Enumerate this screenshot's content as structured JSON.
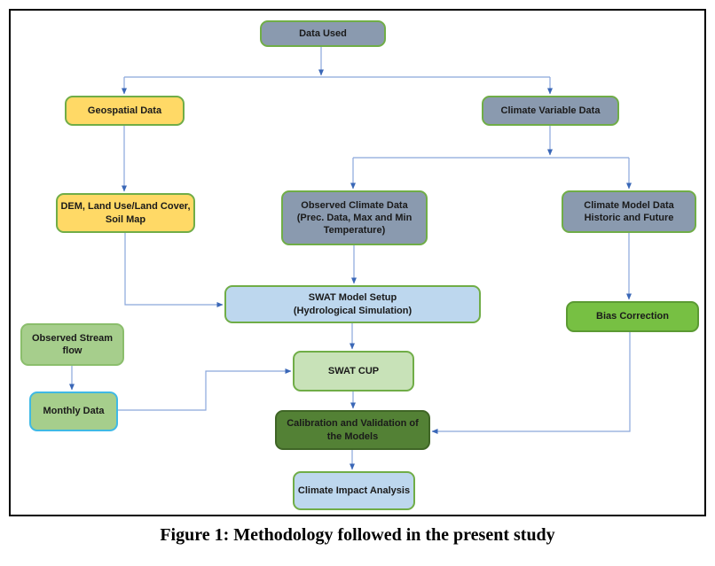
{
  "figure_caption": "Figure 1: Methodology followed in the present study",
  "nodes": {
    "data_used": {
      "label": "Data Used"
    },
    "geospatial": {
      "label": "Geospatial Data"
    },
    "climate_variable": {
      "label": "Climate Variable Data"
    },
    "dem": {
      "label": "DEM, Land Use/Land Cover,\nSoil Map"
    },
    "observed_climate": {
      "label": "Observed Climate Data\n(Prec. Data, Max and Min\nTemperature)"
    },
    "climate_model": {
      "label": "Climate Model Data\nHistoric and Future"
    },
    "swat_setup": {
      "label": "SWAT Model Setup\n(Hydrological Simulation)"
    },
    "bias_correction": {
      "label": "Bias Correction"
    },
    "observed_stream": {
      "label": "Observed Stream\nflow"
    },
    "monthly_data": {
      "label": "Monthly Data"
    },
    "swat_cup": {
      "label": "SWAT CUP"
    },
    "calibration": {
      "label": "Calibration and Validation of\nthe Models"
    },
    "impact": {
      "label": "Climate Impact Analysis"
    }
  },
  "colors": {
    "blue_gray_fill": "#8A9AAF",
    "green_border": "#70AD47",
    "yellow_fill": "#FFD966",
    "light_blue_fill": "#BDD7EE",
    "bright_green_fill": "#77C043",
    "bright_green_border": "#5B9A33",
    "medium_green_fill": "#A6CE8C",
    "medium_green_border": "#8BBE6C",
    "cyan_border": "#3FB9E5",
    "pale_green_fill": "#C8E2B8",
    "dark_green_fill": "#538135",
    "dark_green_border": "#3F6526",
    "connector_line": "#8AA7DB",
    "connector_arrow": "#3A67B7",
    "frame_border": "#000000",
    "text": "#1A1A1A"
  }
}
